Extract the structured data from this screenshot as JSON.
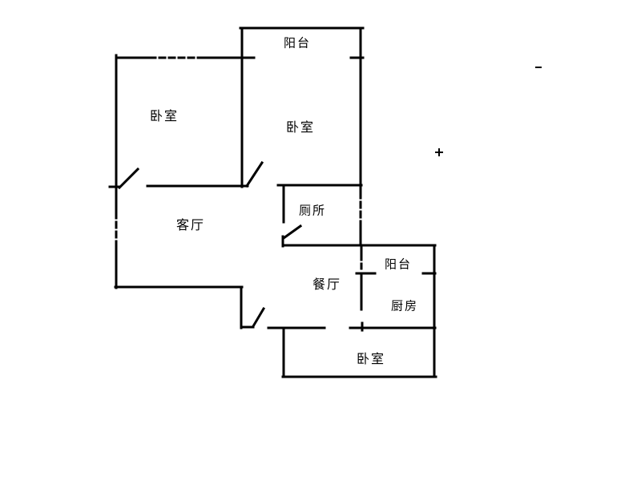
{
  "floorplan": {
    "type": "apartment-floor-plan",
    "wall_color": "#000000",
    "background_color": "#ffffff",
    "text_color": "#000000",
    "rooms": [
      {
        "id": "balcony-top",
        "label": "阳台"
      },
      {
        "id": "bedroom-top-left",
        "label": "卧室"
      },
      {
        "id": "bedroom-top-right",
        "label": "卧室"
      },
      {
        "id": "living-room",
        "label": "客厅"
      },
      {
        "id": "toilet",
        "label": "厕所"
      },
      {
        "id": "balcony-right",
        "label": "阳台"
      },
      {
        "id": "dining-room",
        "label": "餐厅"
      },
      {
        "id": "kitchen",
        "label": "厨房"
      },
      {
        "id": "bedroom-bottom",
        "label": "卧室"
      }
    ]
  }
}
